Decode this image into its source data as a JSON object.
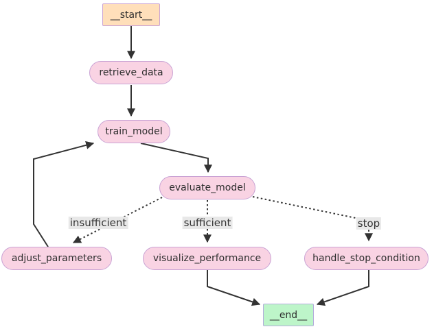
{
  "diagram": {
    "type": "flowchart",
    "direction": "top-down",
    "nodes": [
      {
        "id": "__start__",
        "label": "__start__",
        "shape": "rectangle",
        "role": "entry"
      },
      {
        "id": "retrieve_data",
        "label": "retrieve_data",
        "shape": "stadium",
        "role": "task"
      },
      {
        "id": "train_model",
        "label": "train_model",
        "shape": "stadium",
        "role": "task"
      },
      {
        "id": "evaluate_model",
        "label": "evaluate_model",
        "shape": "stadium",
        "role": "task"
      },
      {
        "id": "adjust_parameters",
        "label": "adjust_parameters",
        "shape": "stadium",
        "role": "task"
      },
      {
        "id": "visualize_performance",
        "label": "visualize_performance",
        "shape": "stadium",
        "role": "task"
      },
      {
        "id": "handle_stop_condition",
        "label": "handle_stop_condition",
        "shape": "stadium",
        "role": "task"
      },
      {
        "id": "__end__",
        "label": "__end__",
        "shape": "rectangle",
        "role": "exit"
      }
    ],
    "edges": [
      {
        "from": "__start__",
        "to": "retrieve_data",
        "style": "solid"
      },
      {
        "from": "retrieve_data",
        "to": "train_model",
        "style": "solid"
      },
      {
        "from": "train_model",
        "to": "evaluate_model",
        "style": "solid"
      },
      {
        "from": "evaluate_model",
        "to": "adjust_parameters",
        "style": "dotted",
        "label": "insufficient"
      },
      {
        "from": "evaluate_model",
        "to": "visualize_performance",
        "style": "dotted",
        "label": "sufficient"
      },
      {
        "from": "evaluate_model",
        "to": "handle_stop_condition",
        "style": "dotted",
        "label": "stop"
      },
      {
        "from": "adjust_parameters",
        "to": "train_model",
        "style": "solid"
      },
      {
        "from": "visualize_performance",
        "to": "__end__",
        "style": "solid"
      },
      {
        "from": "handle_stop_condition",
        "to": "__end__",
        "style": "solid"
      }
    ],
    "colors": {
      "background": "#ffffff",
      "task_fill": "#f9d3e3",
      "task_border": "#c9a2d4",
      "start_fill": "#ffdfba",
      "end_fill": "#bdf5c9",
      "end_border": "#b3abdc",
      "edge_stroke": "#333333",
      "edge_label_bg": "#e8e8e8",
      "text": "#2d2d2d"
    }
  }
}
